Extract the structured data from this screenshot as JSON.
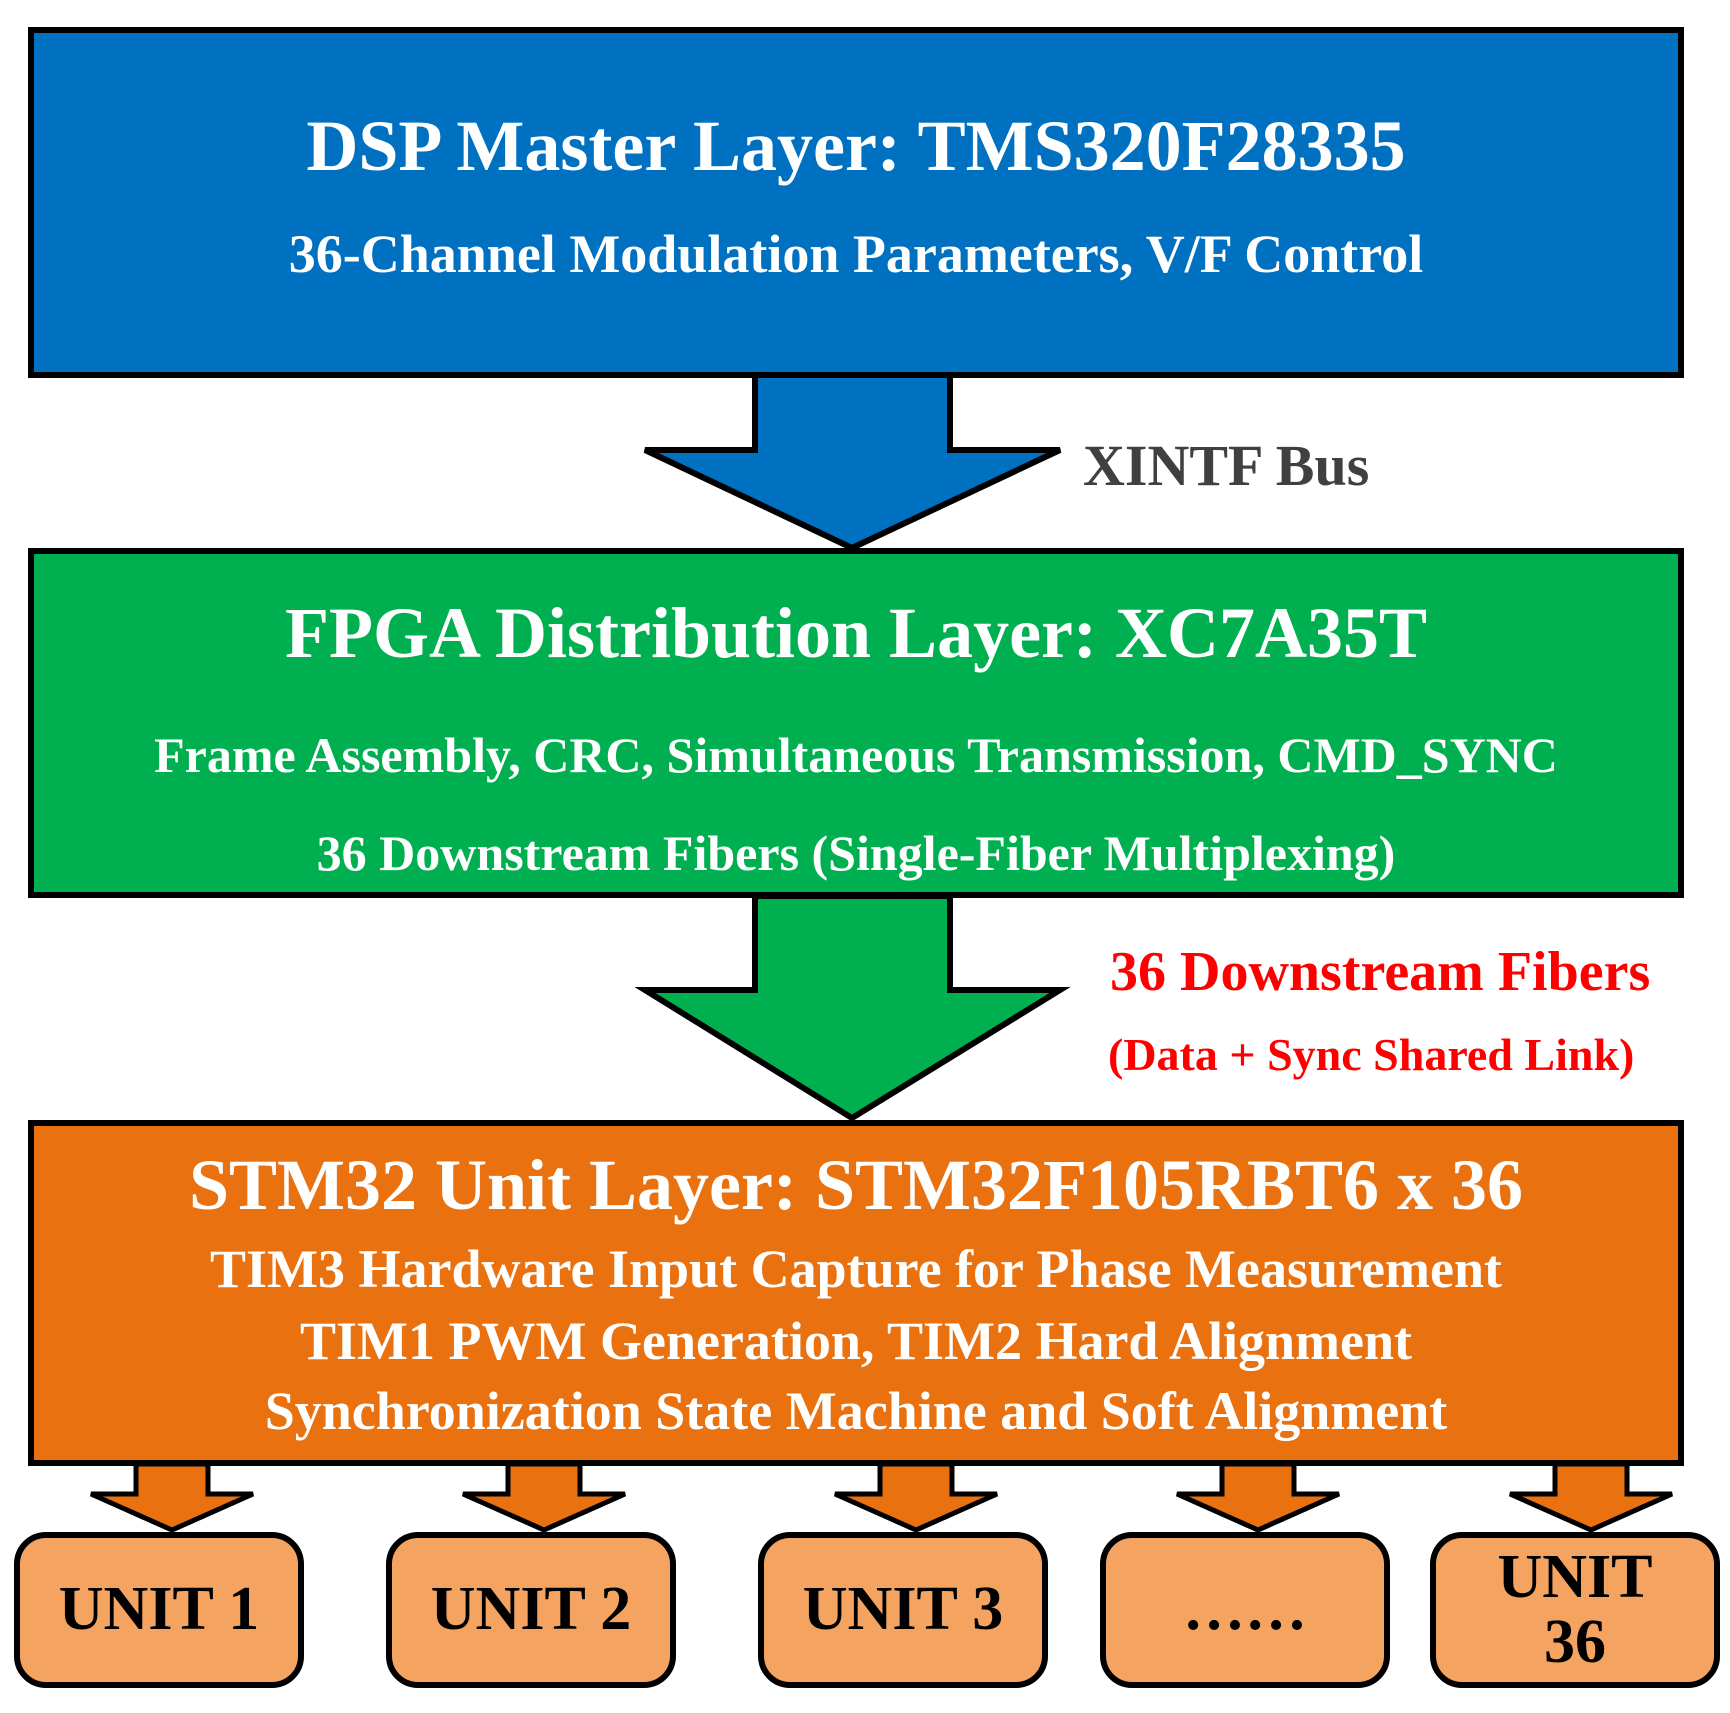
{
  "dsp_layer": {
    "title": "DSP Master Layer: TMS320F28335",
    "subtitle": "36-Channel Modulation Parameters, V/F Control",
    "color": "#0070c0"
  },
  "link_1": {
    "label": "XINTF Bus",
    "color": "#0070c0"
  },
  "fpga_layer": {
    "title": "FPGA Distribution Layer: XC7A35T",
    "line1": "Frame Assembly, CRC, Simultaneous Transmission, CMD_SYNC",
    "line2": "36 Downstream Fibers (Single-Fiber Multiplexing)",
    "color": "#00b050"
  },
  "link_2": {
    "label": "36 Downstream Fibers",
    "sublabel": "(Data + Sync Shared Link)",
    "color": "#00b050"
  },
  "stm_layer": {
    "title": "STM32 Unit Layer: STM32F105RBT6 x 36",
    "line1": "TIM3 Hardware Input Capture for Phase Measurement",
    "line2": "TIM1 PWM Generation, TIM2 Hard Alignment",
    "line3": "Synchronization State Machine and Soft Alignment",
    "color": "#e97110"
  },
  "units": [
    {
      "label": "UNIT 1"
    },
    {
      "label": "UNIT 2"
    },
    {
      "label": "UNIT 3"
    },
    {
      "label": "……"
    },
    {
      "label": "UNIT\n36"
    }
  ],
  "unit_color": "#f4a460"
}
